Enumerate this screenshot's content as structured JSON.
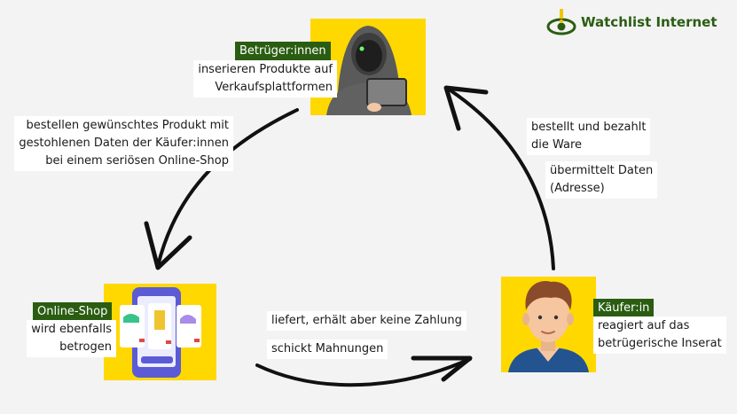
{
  "brand": {
    "name": "Watchlist Internet"
  },
  "nodes": {
    "fraudsters": {
      "tag": "Betrüger:innen",
      "lines": [
        "inserieren Produkte auf",
        "Verkaufsplattformen"
      ]
    },
    "shop": {
      "tag": "Online-Shop",
      "lines": [
        "wird ebenfalls",
        "betrogen"
      ]
    },
    "buyer": {
      "tag": "Käufer:in",
      "lines": [
        "reagiert auf das",
        "betrügerische Inserat"
      ]
    }
  },
  "edges": {
    "fraud_to_shop": {
      "lines": [
        "bestellen gewünschtes Produkt mit",
        "gestohlenen Daten der Käufer:innen",
        "bei einem seriösen Online-Shop"
      ]
    },
    "shop_to_buyer": {
      "lines": [
        "liefert, erhält aber keine Zahlung",
        "schickt Mahnungen"
      ]
    },
    "buyer_to_fraud": {
      "pay": [
        "bestellt und bezahlt",
        "die Ware"
      ],
      "data": [
        "übermittelt Daten",
        "(Adresse)"
      ]
    }
  },
  "colors": {
    "background": "#f3f3f3",
    "yellow": "#ffd800",
    "green": "#2a5d12",
    "text": "#1a1a1a"
  }
}
